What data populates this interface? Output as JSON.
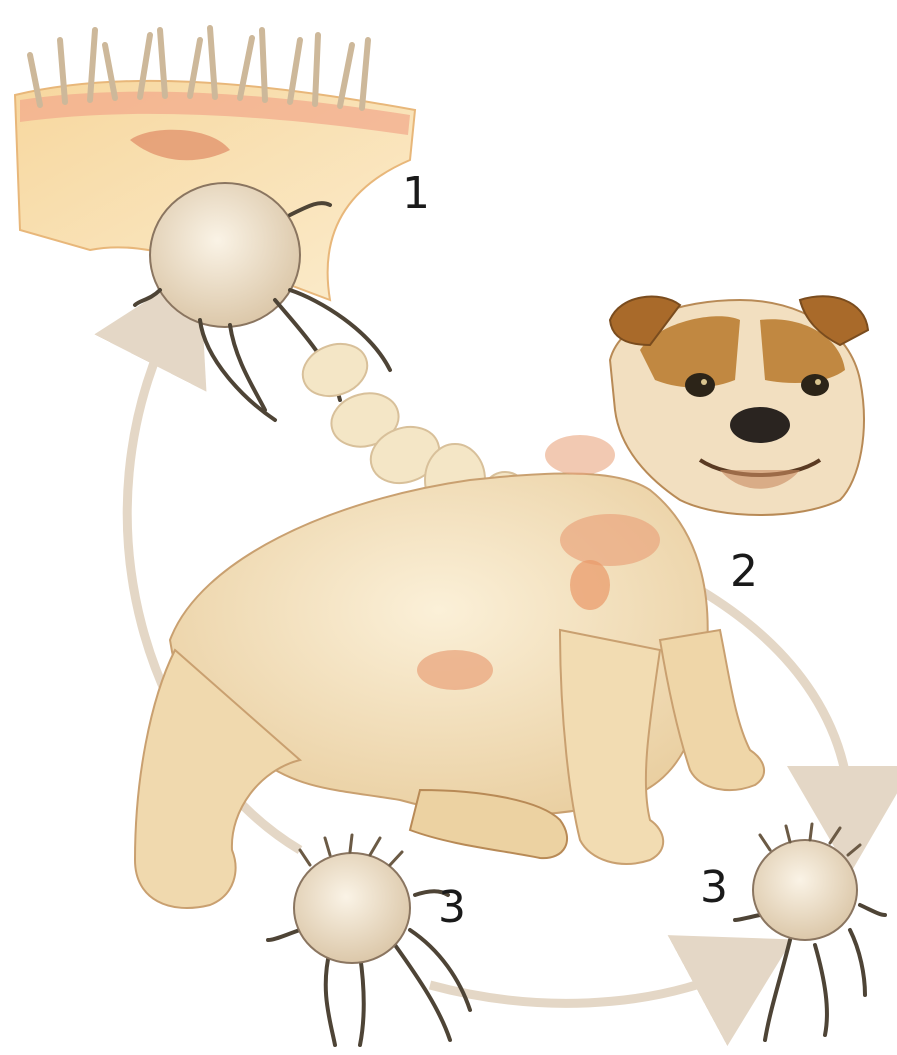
{
  "labels": {
    "stage_1": "1",
    "stage_2": "2",
    "stage_3_left": "3",
    "stage_3_right": "3"
  },
  "colors": {
    "dog_coat": "#f1ddb8",
    "dog_shadow": "#d9b888",
    "dog_patch_brown": "#b8792a",
    "skin_lesion": "#e9a57e",
    "mite_body": "#efe2cc",
    "egg": "#f4e6c6",
    "arrow": "#e4d7c6",
    "skin_layer": "#f3c98a",
    "hair": "#d8c6a8"
  },
  "icons": [
    "mite-burrow-illustration",
    "egg-chain",
    "bulldog-illustration",
    "mite-illustration",
    "lifecycle-arrow"
  ]
}
